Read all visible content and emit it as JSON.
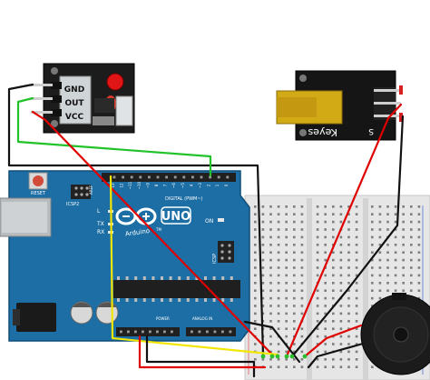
{
  "sensor_module": {
    "pins": [
      "GND",
      "OUT",
      "VCC"
    ]
  },
  "laser_module": {
    "brand": "Keyes",
    "pin_label": "S"
  },
  "arduino": {
    "brand": "Arduino",
    "model": "UNO",
    "logo_mark": "TM",
    "reset_label": "RESET",
    "icsp2_label": "ICSP2",
    "icsp_label": "ICSP",
    "on_label": "ON",
    "tx_label": "TX",
    "rx_label": "RX",
    "l_label": "L",
    "digital_label": "DIGITAL (PWM~)",
    "power_label": "POWER",
    "analog_label": "ANALOG IN",
    "header_nums": [
      "13",
      "12",
      "~11",
      "~10",
      "~9",
      "8",
      "7",
      "~6",
      "~5",
      "4",
      "~3",
      "2",
      "1",
      "0"
    ],
    "aref_label": "AREF",
    "gnd_label": "GND"
  },
  "colors": {
    "board": "#1c6ea4",
    "wire_red": "#e00000",
    "wire_black": "#111111",
    "wire_green": "#22c32a",
    "wire_yellow": "#f2e600",
    "breadboard": "#e8e8e8",
    "pcb_black": "#1a1a1a"
  }
}
